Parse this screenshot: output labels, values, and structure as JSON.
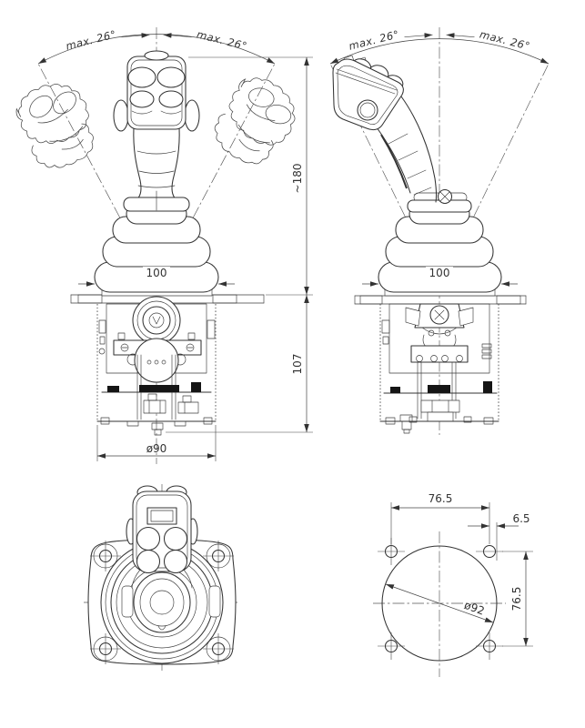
{
  "sheet": {
    "background": "#ffffff",
    "line_color": "#333333",
    "dimension_color": "#444444"
  },
  "front_view": {
    "tilt_left": "max. 26°",
    "tilt_right": "max. 26°",
    "height_upper": "~180",
    "bellows_width": "100",
    "height_lower": "107",
    "body_diameter": "ø90"
  },
  "side_view": {
    "tilt_left": "max. 26°",
    "tilt_right": "max. 26°",
    "bellows_width": "100"
  },
  "hole_view": {
    "hole_spacing_horizontal": "76.5",
    "edge_offset": "6.5",
    "hole_spacing_vertical": "76.5",
    "cutout_diameter": "ø92"
  }
}
